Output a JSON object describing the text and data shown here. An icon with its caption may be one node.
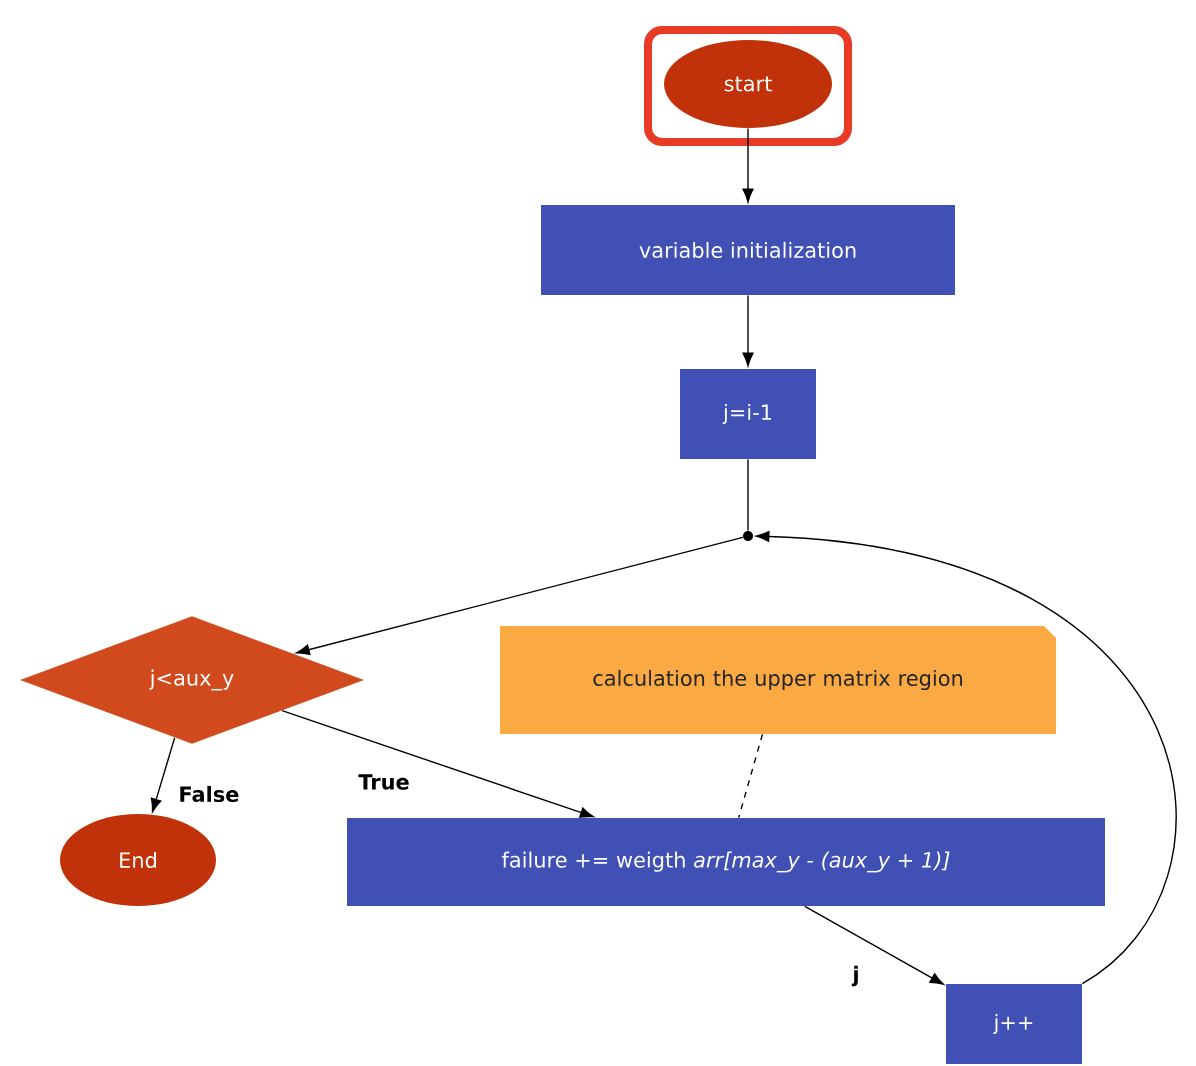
{
  "diagram": {
    "nodes": [
      {
        "text": [
          "start"
        ]
      },
      {
        "text": [
          "variable initialization"
        ]
      },
      {
        "text": [
          "j=i-1"
        ]
      },
      {
        "text": [],
        "shape": "circle"
      },
      {
        "text": [
          "j<aux_y"
        ]
      },
      {
        "text": [
          "End"
        ]
      },
      {
        "text": [
          "calculation the upper matrix region"
        ]
      },
      {
        "text": [
          "failure += weigth  *arr[max_y - (aux_y + 1)]*"
        ]
      },
      {
        "text": [
          "j++"
        ]
      }
    ],
    "edges": [
      {
        "from": 0,
        "to": 1,
        "arrow": "to"
      },
      {
        "from": 1,
        "to": 2,
        "arrow": "to"
      },
      {
        "from": 2,
        "to": 3,
        "arrow": "none"
      },
      {
        "from": 3,
        "to": 4,
        "arrow": "to"
      },
      {
        "from": 4,
        "to": 5,
        "arrow": "to",
        "label": "False"
      },
      {
        "from": 4,
        "to": 7,
        "arrow": "to",
        "label": "True"
      },
      {
        "from": 6,
        "to": 7,
        "arrow": "none",
        "style": "dashed"
      },
      {
        "from": 7,
        "to": 8,
        "arrow": "to",
        "label": "j"
      },
      {
        "from": 8,
        "to": 3,
        "arrow": "to"
      }
    ]
  }
}
